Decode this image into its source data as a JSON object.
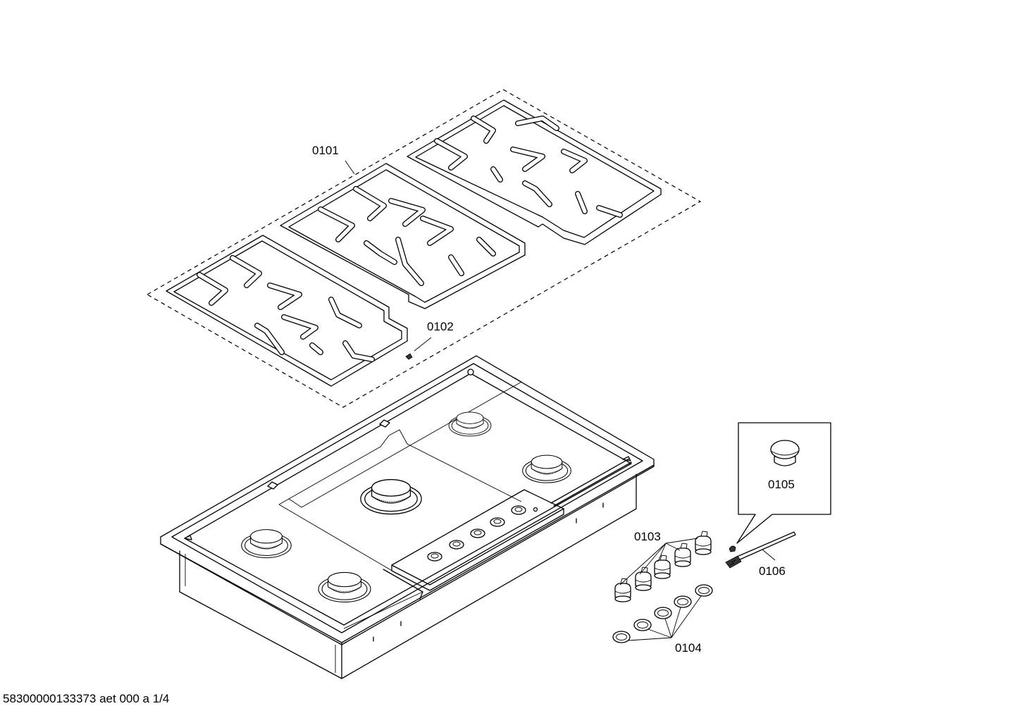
{
  "labels": {
    "grates": "0101",
    "screw": "0102",
    "knobs": "0103",
    "rings": "0104",
    "cap": "0105",
    "tool": "0106"
  },
  "document_id": "58300000133373 aet 000 a 1/4"
}
